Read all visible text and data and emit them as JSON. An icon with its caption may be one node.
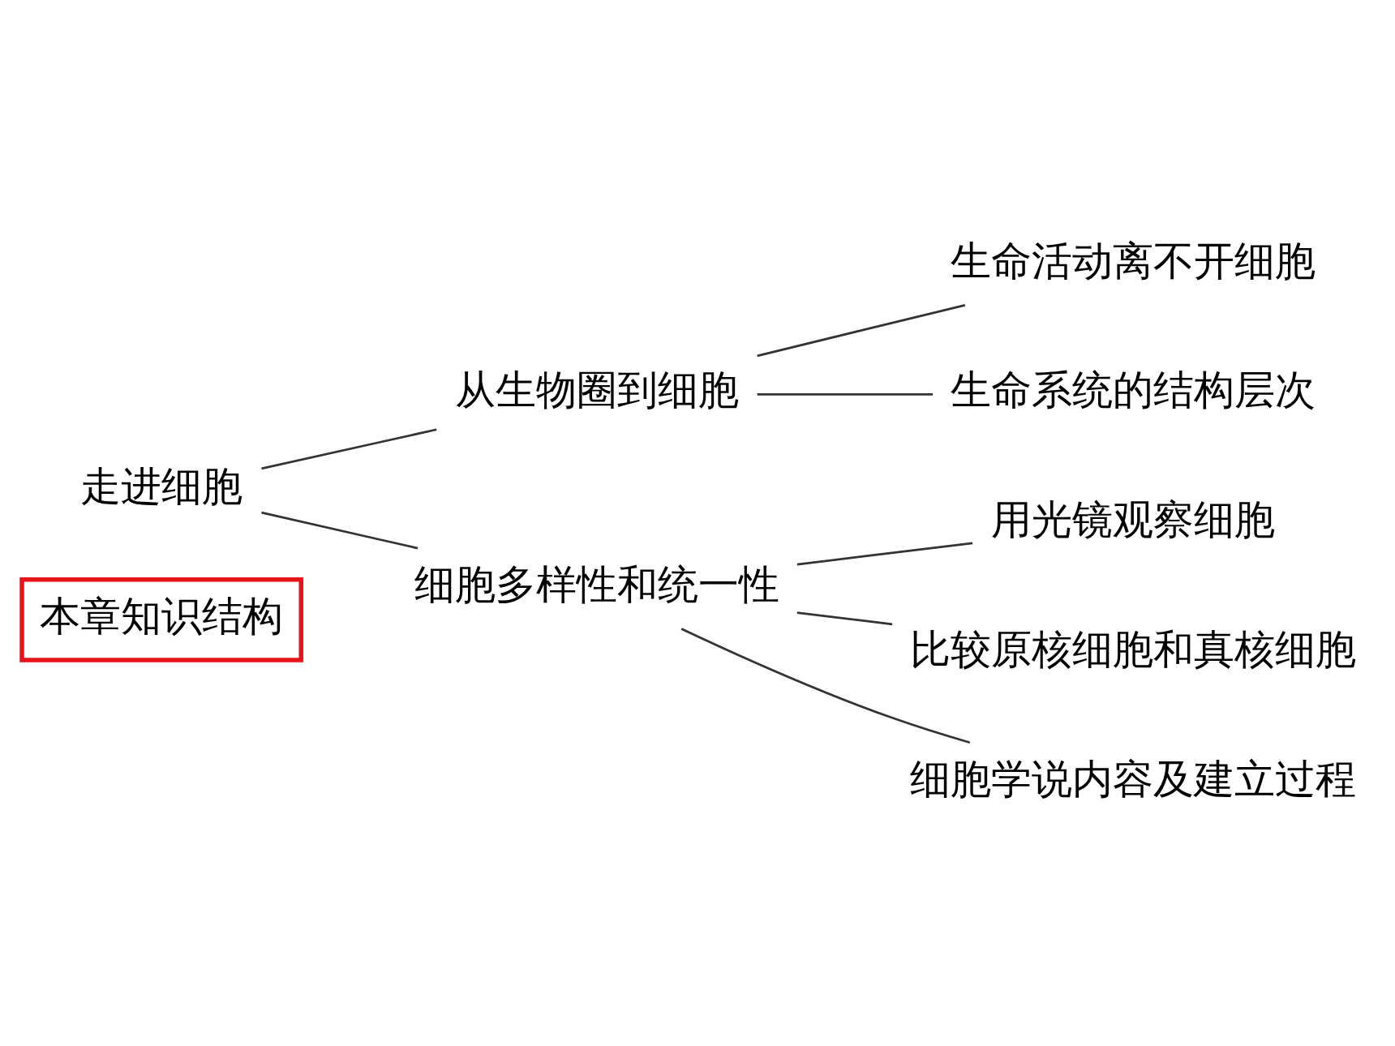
{
  "diagram": {
    "nodes": [
      {
        "text": [
          "本章知识结构"
        ]
      },
      {
        "text": [
          "走进细胞"
        ]
      },
      {
        "text": [
          "从生物圈到细胞"
        ]
      },
      {
        "text": [
          "细胞多样性和统一性"
        ]
      },
      {
        "text": [
          "生命活动离不开细胞"
        ]
      },
      {
        "text": [
          "生命系统的结构层次"
        ]
      },
      {
        "text": [
          "用光镜观察细胞"
        ]
      },
      {
        "text": [
          "比较原核细胞和真核细胞"
        ]
      },
      {
        "text": [
          "细胞学说内容及建立过程"
        ]
      }
    ],
    "edges": [
      {
        "from": 1,
        "to": 2,
        "arrow": "none"
      },
      {
        "from": 1,
        "to": 3,
        "arrow": "none"
      },
      {
        "from": 2,
        "to": 4,
        "arrow": "none"
      },
      {
        "from": 2,
        "to": 5,
        "arrow": "none"
      },
      {
        "from": 3,
        "to": 6,
        "arrow": "none"
      },
      {
        "from": 3,
        "to": 7,
        "arrow": "none"
      },
      {
        "from": 3,
        "to": 8,
        "arrow": "none"
      }
    ]
  }
}
